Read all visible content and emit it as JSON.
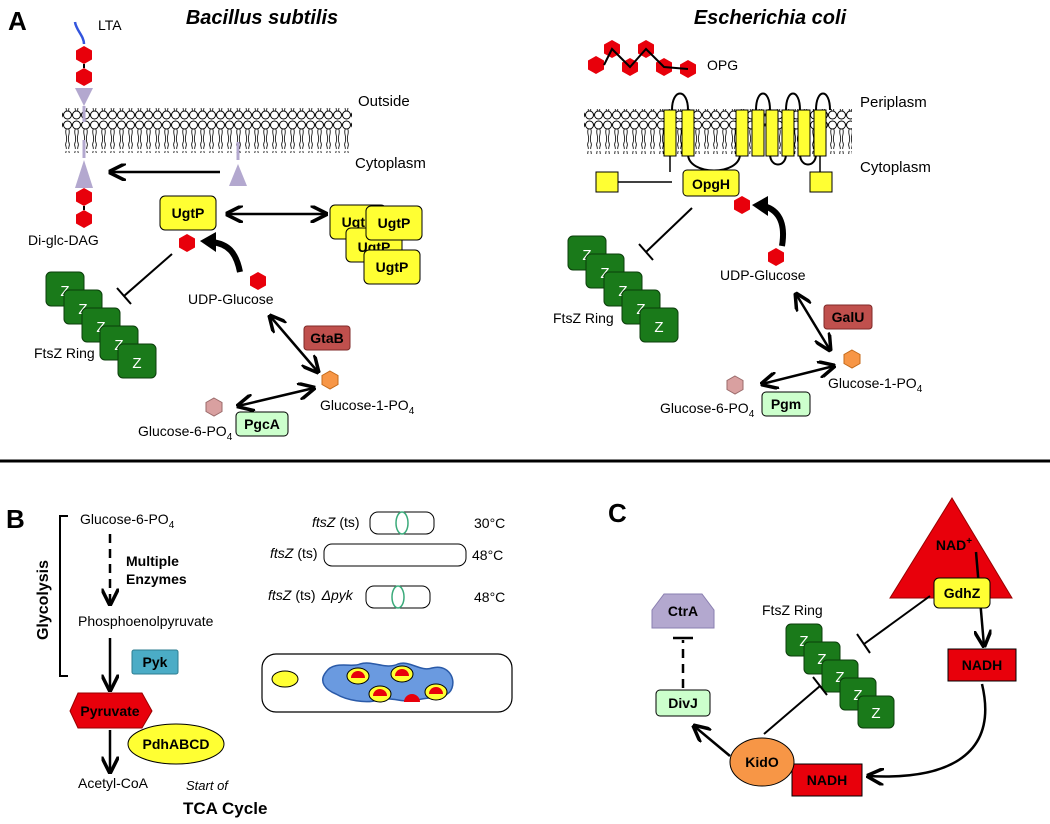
{
  "panel_a": {
    "label": "A",
    "bs": {
      "title": "Bacillus subtilis",
      "lta": "LTA",
      "outside": "Outside",
      "cytoplasm": "Cytoplasm",
      "di_glc_dag": "Di-glc-DAG",
      "ugtp": "UgtP",
      "ugtp_stack": [
        "UgtP",
        "UgtP",
        "UgtP",
        "UgtP"
      ],
      "udp_glucose": "UDP-Glucose",
      "ftsz_ring": "FtsZ Ring",
      "z": "Z",
      "gtab": "GtaB",
      "glucose1": "Glucose-1-PO",
      "glucose6": "Glucose-6-PO",
      "sub4": "4",
      "pgca": "PgcA"
    },
    "ec": {
      "title": "Escherichia coli",
      "opg": "OPG",
      "periplasm": "Periplasm",
      "cytoplasm": "Cytoplasm",
      "opgh": "OpgH",
      "udp_glucose": "UDP-Glucose",
      "ftsz_ring": "FtsZ Ring",
      "galu": "GalU",
      "glucose1": "Glucose-1-PO",
      "glucose6": "Glucose-6-PO",
      "sub4": "4",
      "pgm": "Pgm"
    }
  },
  "panel_b": {
    "label": "B",
    "glycolysis": "Glycolysis",
    "glucose6": "Glucose-6-PO",
    "sub4": "4",
    "multiple": "Multiple",
    "enzymes": "Enzymes",
    "pep": "Phosphoenolpyruvate",
    "pyk": "Pyk",
    "pyruvate": "Pyruvate",
    "pdh": "PdhABCD",
    "acetyl": "Acetyl-CoA",
    "start_of": "Start of",
    "tca": "TCA Cycle",
    "ftsz": "ftsZ",
    "ts": "(ts)",
    "dpyk": "Δpyk",
    "t30": "30°C",
    "t48a": "48°C",
    "t48b": "48°C"
  },
  "panel_c": {
    "label": "C",
    "ctra": "CtrA",
    "divj": "DivJ",
    "ftsz_ring": "FtsZ Ring",
    "gdhz": "GdhZ",
    "nad": "NAD",
    "nad_sup": "+",
    "nadh1": "NADH",
    "kido": "KidO",
    "nadh2": "NADH"
  },
  "colors": {
    "red": "#e8000b",
    "yellow": "#ffff33",
    "green": "#1a7a1a",
    "lavender": "#b3a8cf",
    "dusty_red": "#c0504d",
    "light_green": "#ccffcc",
    "teal": "#4bacc6",
    "orange": "#f79646",
    "pink": "#d9a0a0"
  }
}
